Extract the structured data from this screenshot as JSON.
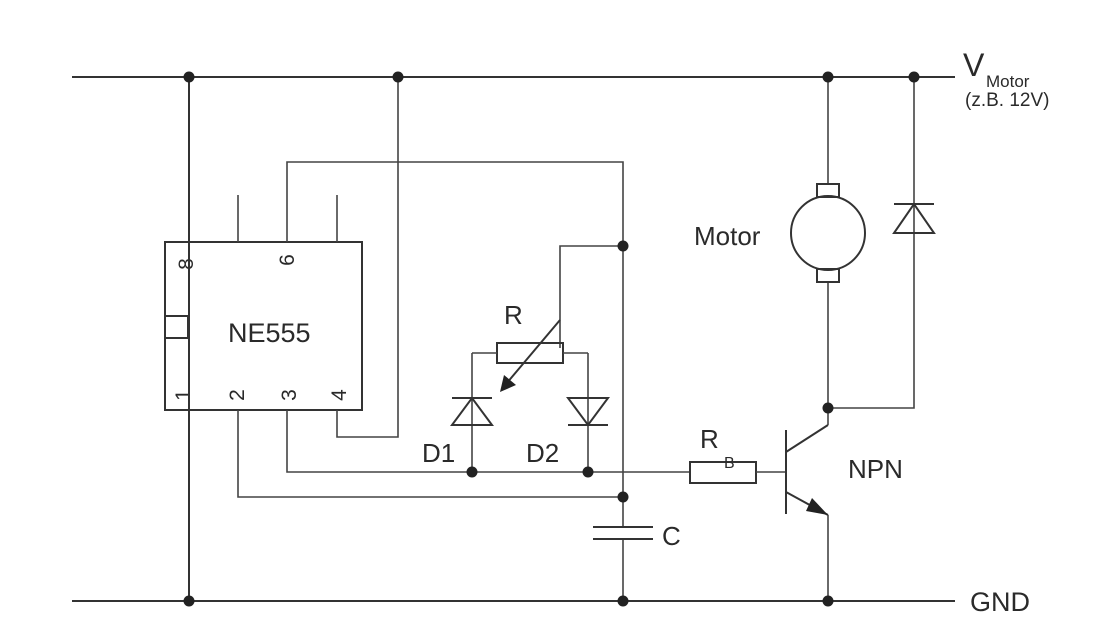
{
  "supply": {
    "v": "V",
    "sub": "Motor",
    "note": "(z.B. 12V)"
  },
  "ground": "GND",
  "ic": {
    "name": "NE555",
    "pins": [
      "8",
      "6",
      "1",
      "2",
      "3",
      "4"
    ]
  },
  "labels": {
    "motor": "Motor",
    "r": "R",
    "d1": "D1",
    "d2": "D2",
    "rb_main": "R",
    "rb_sub": "B",
    "c": "C",
    "npn": "NPN"
  },
  "colors": {
    "line": "#333333",
    "background": "#ffffff"
  }
}
